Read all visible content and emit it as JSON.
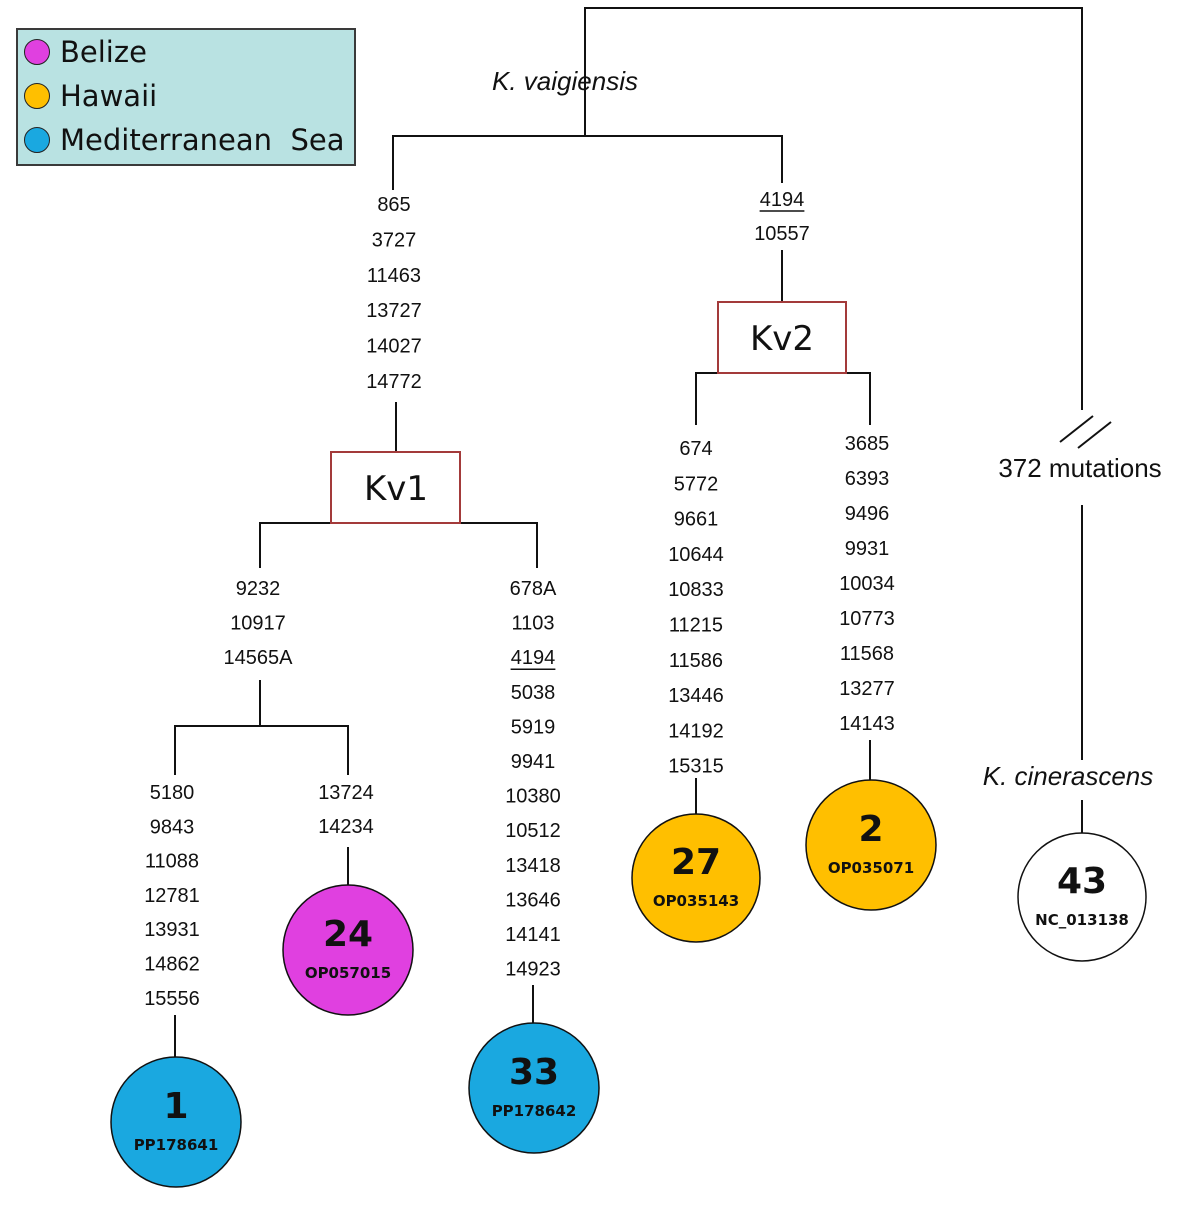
{
  "legend": {
    "items": [
      {
        "label": "Belize",
        "color": "#e040e0"
      },
      {
        "label": "Hawaii",
        "color": "#ffbf00"
      },
      {
        "label": "Mediterranean  Sea",
        "color": "#1aa8e0"
      }
    ]
  },
  "labels": {
    "k_vaigiensis": "K. vaigiensis",
    "k_cinerascens": "K. cinerascens",
    "mutations_note": "372 mutations"
  },
  "nodes": {
    "kv1": "Kv1",
    "kv2": "Kv2"
  },
  "mutations": {
    "to_kv1": [
      "865",
      "3727",
      "11463",
      "13727",
      "14027",
      "14772"
    ],
    "to_kv2": [
      "4194",
      "10557"
    ],
    "kv1_left": [
      "9232",
      "10917",
      "14565A"
    ],
    "kv1_right": [
      "678A",
      "1103",
      "4194",
      "5038",
      "5919",
      "9941",
      "10380",
      "10512",
      "13418",
      "13646",
      "14141",
      "14923"
    ],
    "sub_left": [
      "5180",
      "9843",
      "11088",
      "12781",
      "13931",
      "14862",
      "15556"
    ],
    "sub_right": [
      "13724",
      "14234"
    ],
    "kv2_left": [
      "674",
      "5772",
      "9661",
      "10644",
      "10833",
      "11215",
      "11586",
      "13446",
      "14192",
      "15315"
    ],
    "kv2_right": [
      "3685",
      "6393",
      "9496",
      "9931",
      "10034",
      "10773",
      "11568",
      "13277",
      "14143"
    ]
  },
  "underlined_mutations": [
    "4194"
  ],
  "haplotypes": [
    {
      "id": "h1",
      "count": "1",
      "accession": "PP178641",
      "region": "Mediterranean  Sea",
      "color": "#1aa8e0"
    },
    {
      "id": "h24",
      "count": "24",
      "accession": "OP057015",
      "region": "Belize",
      "color": "#e040e0"
    },
    {
      "id": "h33",
      "count": "33",
      "accession": "PP178642",
      "region": "Mediterranean  Sea",
      "color": "#1aa8e0"
    },
    {
      "id": "h27",
      "count": "27",
      "accession": "OP035143",
      "region": "Hawaii",
      "color": "#ffbf00"
    },
    {
      "id": "h2",
      "count": "2",
      "accession": "OP035071",
      "region": "Hawaii",
      "color": "#ffbf00"
    },
    {
      "id": "h43",
      "count": "43",
      "accession": "NC_013138",
      "region": "",
      "color": "#ffffff"
    }
  ]
}
